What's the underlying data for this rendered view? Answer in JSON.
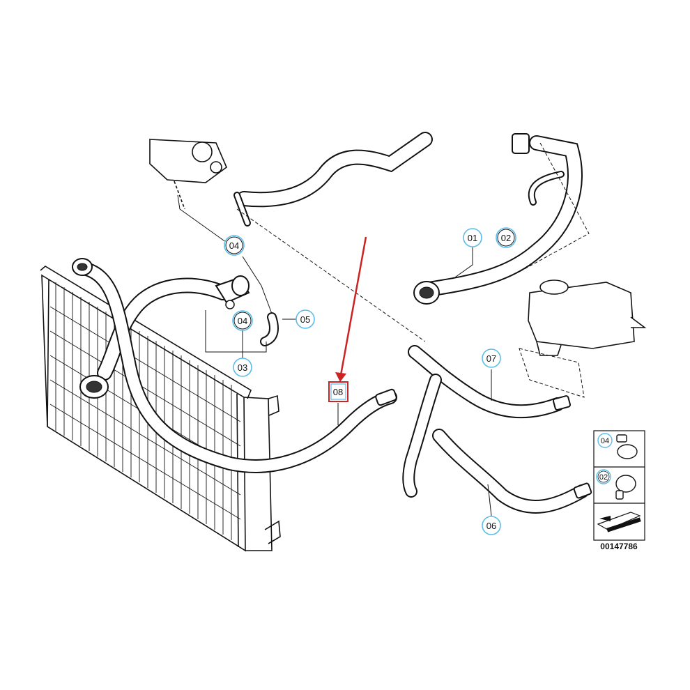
{
  "diagram": {
    "part_number": "00147786",
    "highlight_color": "#cc2222",
    "callout_color": "#5bbde8",
    "callouts": {
      "c01": "01",
      "c02": "02",
      "c03": "03",
      "c04a": "04",
      "c04b": "04",
      "c05": "05",
      "c06": "06",
      "c07": "07",
      "c08": "08"
    },
    "legend": {
      "clamp_a": "04",
      "clamp_b": "02"
    }
  }
}
